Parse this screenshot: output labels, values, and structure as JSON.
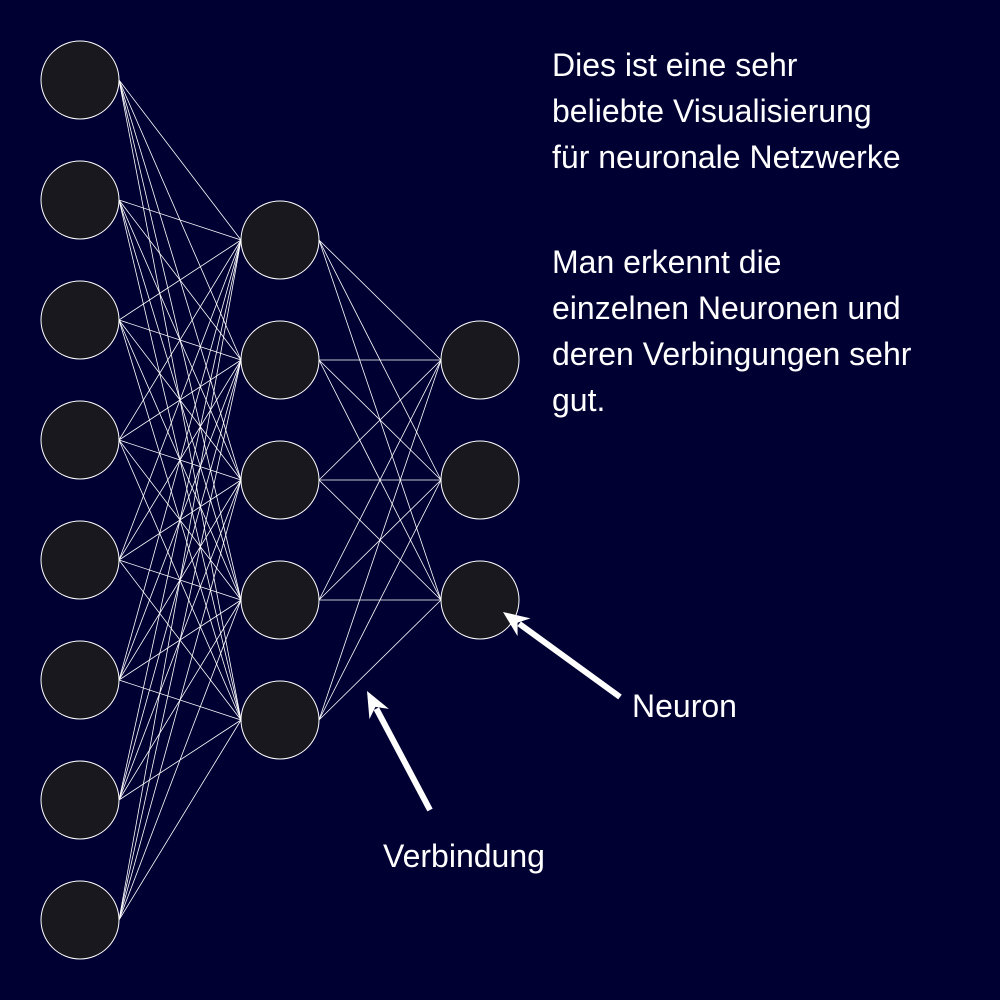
{
  "description": {
    "paragraph1": [
      "Dies ist eine sehr",
      "beliebte Visualisierung",
      "für neuronale Netzwerke"
    ],
    "paragraph2": [
      "Man erkennt die",
      "einzelnen Neuronen und",
      "deren Verbingungen sehr",
      "gut."
    ]
  },
  "annotations": {
    "neuron_label": "Neuron",
    "connection_label": "Verbindung"
  },
  "network": {
    "layers": [
      8,
      5,
      3
    ],
    "fully_connected": true
  },
  "colors": {
    "background": "#000033",
    "node_fill": "#1a181f",
    "node_stroke": "#ffffff",
    "edge": "#ffffff",
    "arrow": "#ffffff",
    "text": "#ffffff"
  }
}
